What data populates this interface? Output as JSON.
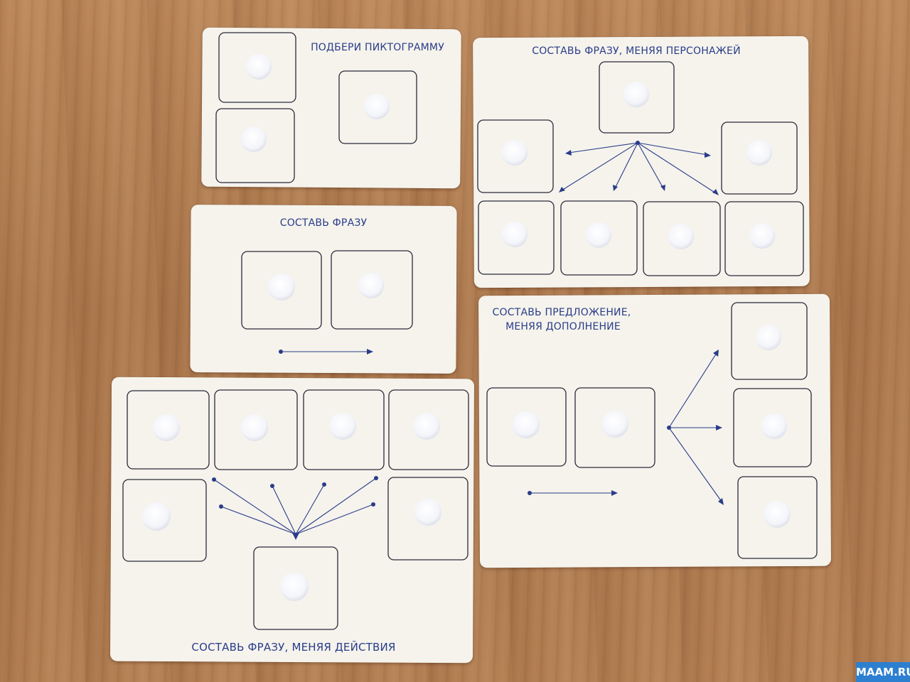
{
  "cards": {
    "pictogram": {
      "title": "ПОДБЕРИ ПИКТОГРАММУ"
    },
    "characters": {
      "title": "СОСТАВЬ ФРАЗУ, МЕНЯЯ ПЕРСОНАЖЕЙ"
    },
    "phrase": {
      "title": "СОСТАВЬ ФРАЗУ"
    },
    "sentence": {
      "title_line1": "СОСТАВЬ ПРЕДЛОЖЕНИЕ,",
      "title_line2": "МЕНЯЯ ДОПОЛНЕНИЕ"
    },
    "actions": {
      "title": "СОСТАВЬ ФРАЗУ, МЕНЯЯ ДЕЙСТВИЯ"
    }
  },
  "watermark": "MAAM.RU",
  "colors": {
    "print_blue": "#2a3c8a",
    "card": "#f5f3ec",
    "table_wood": "#b07b50",
    "watermark_bg": "#2d7fd0"
  }
}
